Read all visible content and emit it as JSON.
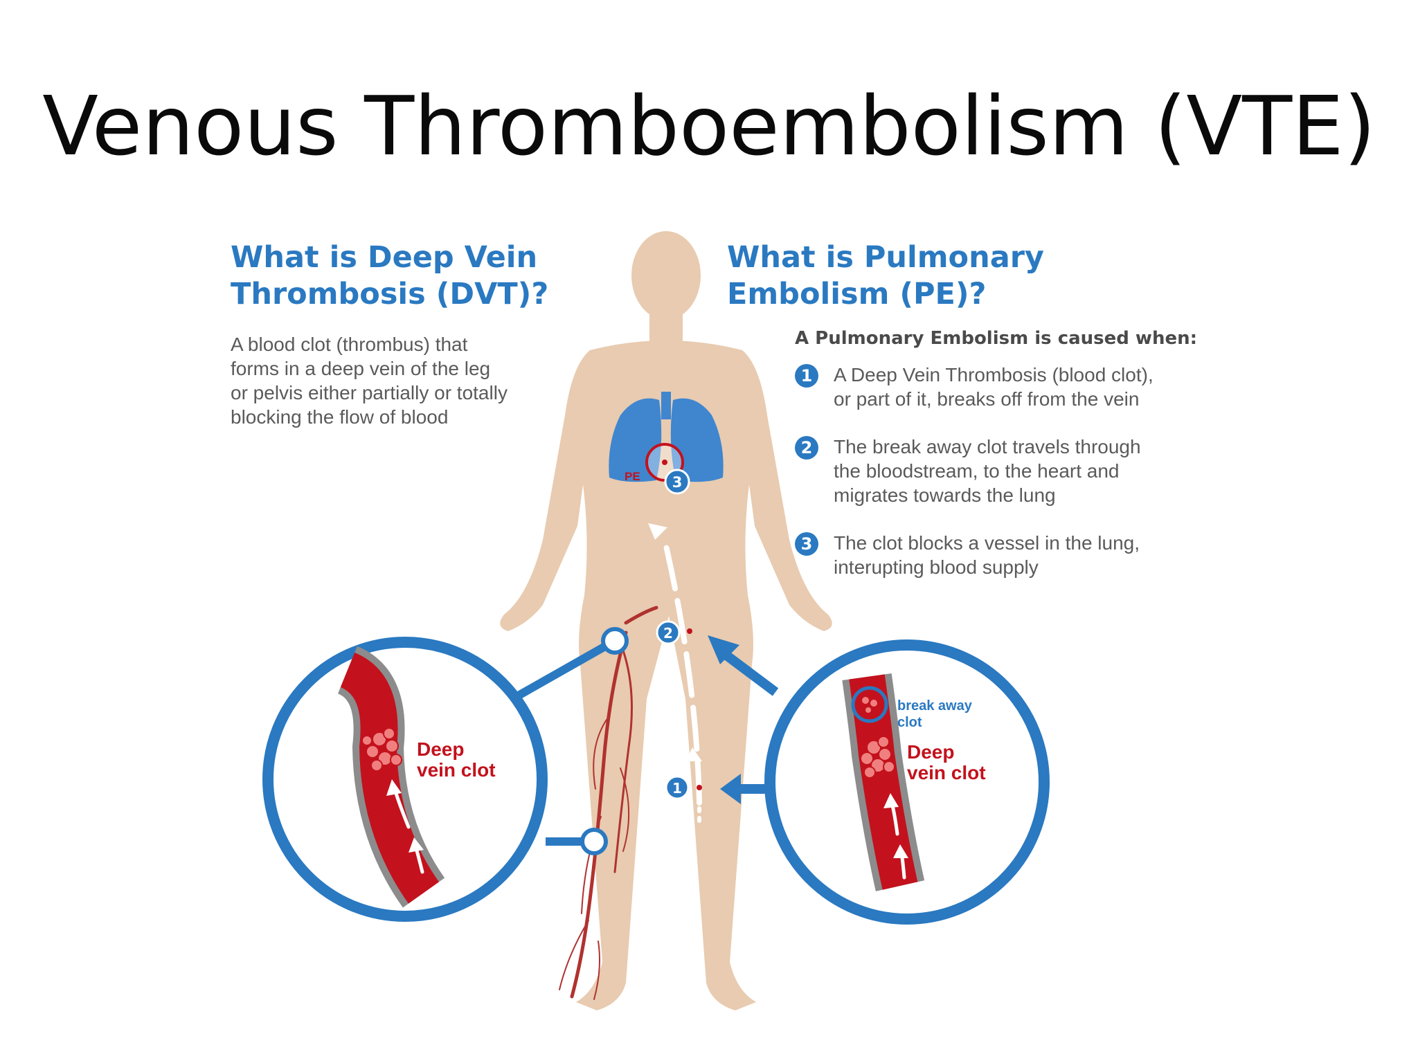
{
  "slide": {
    "title": "Venous Thromboembolism (VTE)"
  },
  "dvt": {
    "heading_line1": "What is Deep Vein",
    "heading_line2": "Thrombosis (DVT)?",
    "description_lines": [
      "A blood clot (thrombus) that",
      "forms in a deep vein of the leg",
      "or pelvis either partially or totally",
      "blocking the flow of blood"
    ]
  },
  "pe": {
    "heading_line1": "What is Pulmonary",
    "heading_line2": "Embolism (PE)?",
    "intro": "A Pulmonary Embolism is caused when:",
    "steps": [
      {
        "number": "1",
        "lines": [
          "A Deep Vein Thrombosis (blood clot),",
          "or part of it, breaks off from the vein"
        ]
      },
      {
        "number": "2",
        "lines": [
          "The break away clot travels through",
          "the bloodstream, to the heart and",
          "migrates towards the lung"
        ]
      },
      {
        "number": "3",
        "lines": [
          "The clot blocks a vessel in the lung,",
          "interupting blood supply"
        ]
      }
    ]
  },
  "figure": {
    "pe_label": "PE",
    "left_callout_line1": "Deep",
    "left_callout_line2": "vein clot",
    "right_callout_line1": "Deep",
    "right_callout_line2": "vein clot",
    "breakaway_line1": "break away",
    "breakaway_line2": "clot",
    "marker_1": "1",
    "marker_2": "2",
    "marker_3": "3"
  },
  "colors": {
    "accent_blue": "#2a79c1",
    "body_tan": "#e8cbb0",
    "lung_blue": "#3f86cf",
    "clot_red": "#c3121d",
    "vein_gray": "#8c8c8c"
  }
}
